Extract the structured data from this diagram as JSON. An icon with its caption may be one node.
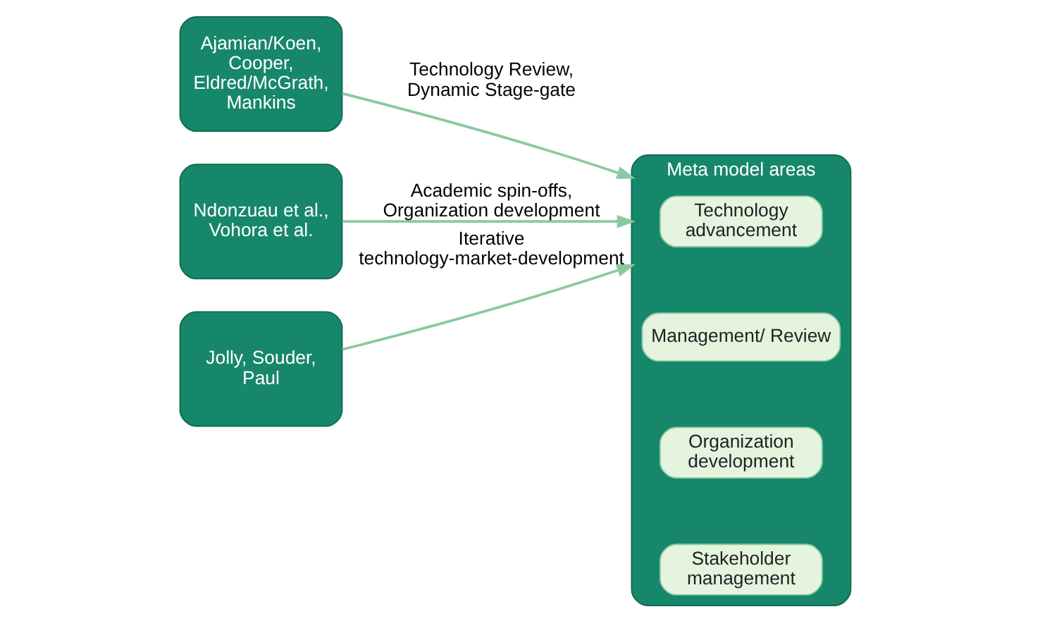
{
  "diagram": {
    "nodes": [
      {
        "text": [
          "Ajamian/Koen, Cooper, Eldred/McGrath, Mankins"
        ]
      },
      {
        "text": [
          "Ndonzuau et al., Vohora et al."
        ]
      },
      {
        "text": [
          "Jolly, Souder, Paul"
        ]
      },
      {
        "text": [
          "Meta model areas"
        ]
      },
      {
        "text": [
          "Technology advancement"
        ],
        "in": 3
      },
      {
        "text": [
          "Management/ Review"
        ],
        "in": 3
      },
      {
        "text": [
          "Organization development"
        ],
        "in": 3
      },
      {
        "text": [
          "Stakeholder management"
        ],
        "in": 3
      }
    ],
    "edges": [
      {
        "from": 0,
        "to": 3,
        "arrow": "to",
        "label": "Technology Review, Dynamic Stage-gate"
      },
      {
        "from": 1,
        "to": 3,
        "arrow": "to",
        "label": "Academic spin-offs, Organization development"
      },
      {
        "from": 2,
        "to": 3,
        "arrow": "to",
        "label": "Iterative technology-market-development"
      }
    ]
  }
}
